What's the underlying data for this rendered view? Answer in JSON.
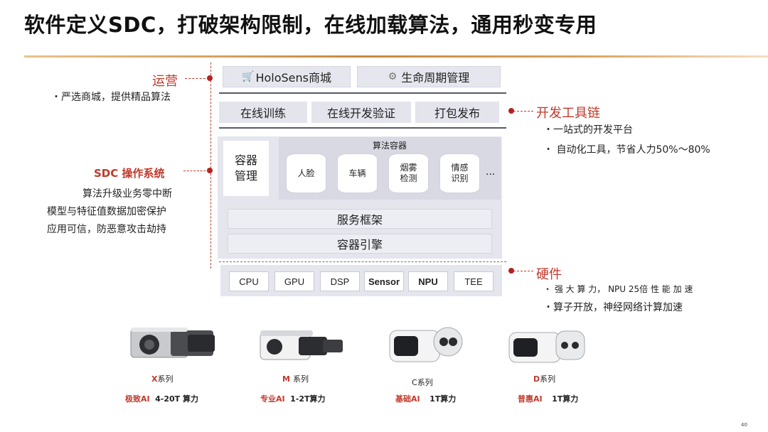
{
  "slide": {
    "title": "软件定义SDC，打破架构限制，在线加载算法，通用秒变专用",
    "page_number": "40"
  },
  "diagram": {
    "ops_row": {
      "holosens": "HoloSens商城",
      "lifecycle": "生命周期管理"
    },
    "dev_row": [
      "在线训练",
      "在线开发验证",
      "打包发布"
    ],
    "os": {
      "container_mgmt": "容器\n管理",
      "algo_container_title": "算法容器",
      "algorithms": [
        "人脸",
        "车辆",
        "烟雾\n检测",
        "情感\n识别"
      ],
      "more": "...",
      "service_framework": "服务框架",
      "container_engine": "容器引擎"
    },
    "hardware": [
      "CPU",
      "GPU",
      "DSP",
      "Sensor",
      "NPU",
      "TEE"
    ]
  },
  "left_labels": {
    "ops": {
      "title": "运营",
      "lines": [
        "・严选商城，提供精品算法"
      ]
    },
    "os": {
      "title": "SDC  操作系统",
      "lines": [
        "算法升级业务零中断",
        "模型与特征值数据加密保护",
        "应用可信，防恶意攻击劫持"
      ]
    }
  },
  "right_labels": {
    "dev": {
      "title": "开发工具链",
      "lines": [
        "・一站式的开发平台",
        "・ 自动化工具，节省人力50%～80%"
      ]
    },
    "hw": {
      "title": "硬件",
      "lines": [
        "・ 强 大 算 力，   NPU  25倍 性 能 加 速",
        "・算子开放，神经网络计算加速"
      ]
    }
  },
  "cameras": [
    {
      "series_letter": "X",
      "series_suffix": "系列",
      "tier": "极致AI",
      "power": "4-20T 算力"
    },
    {
      "series_letter": "M",
      "series_suffix": "系列",
      "tier": "专业AI",
      "power": "1-2T算力"
    },
    {
      "series_letter": "C",
      "series_suffix": "系列",
      "tier": "基础AI",
      "power": "1T算力"
    },
    {
      "series_letter": "D",
      "series_suffix": "系列",
      "tier": "普惠AI",
      "power": "1T算力"
    }
  ],
  "colors": {
    "accent_red": "#c0392b",
    "rule_gold": "#c9873e",
    "panel_grey": "#eeeff5"
  }
}
